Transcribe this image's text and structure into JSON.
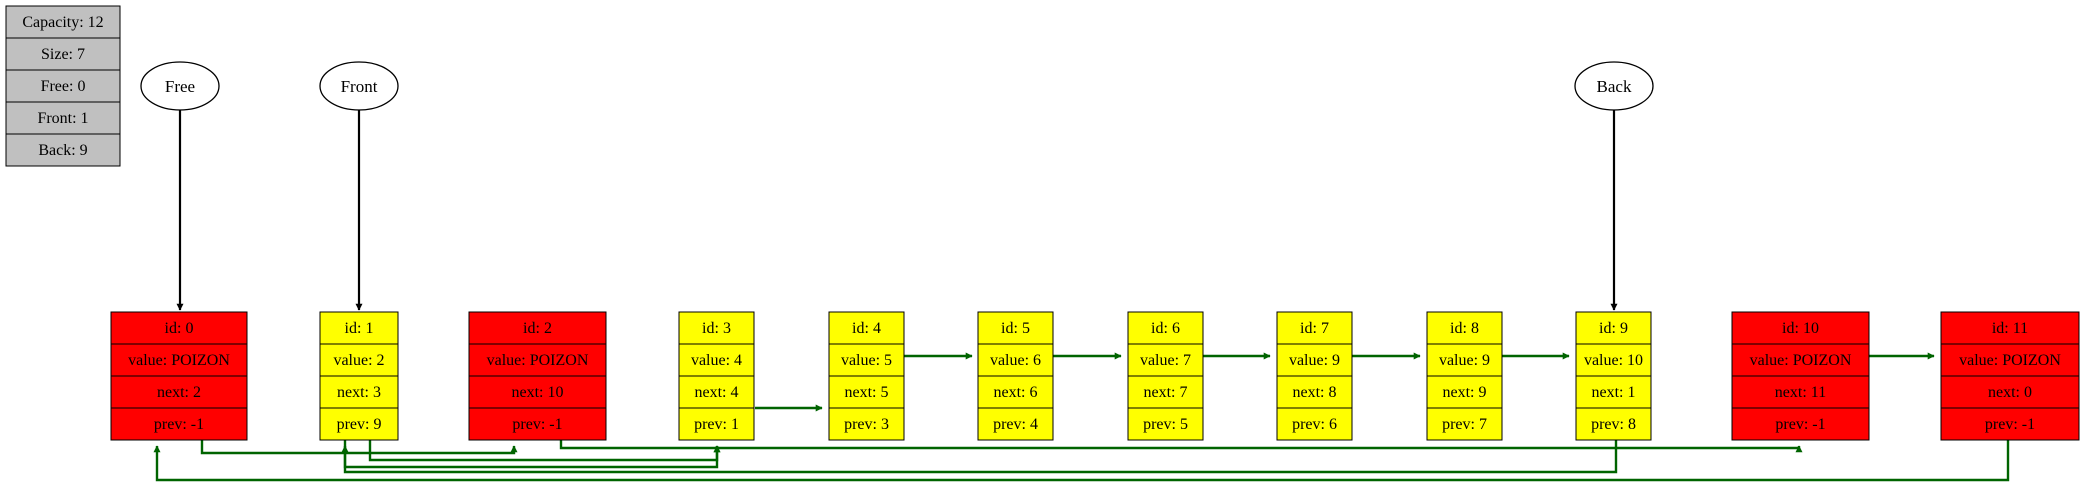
{
  "info": [
    "Capacity: 12",
    "Size: 7",
    "Free: 0",
    "Front: 1",
    "Back: 9"
  ],
  "pointers": [
    {
      "label": "Free",
      "target": 0
    },
    {
      "label": "Front",
      "target": 1
    },
    {
      "label": "Back",
      "target": 9
    }
  ],
  "colors": {
    "free": "#ff0000",
    "used": "#ffff00",
    "info": "#c0c0c0",
    "edge": "#006400",
    "border": "#000000"
  },
  "nodes": [
    {
      "status": "free",
      "fields": [
        "id: 0",
        "value: POIZON",
        "next: 2",
        "prev: -1"
      ]
    },
    {
      "status": "used",
      "fields": [
        "id: 1",
        "value: 2",
        "next: 3",
        "prev: 9"
      ]
    },
    {
      "status": "free",
      "fields": [
        "id: 2",
        "value: POIZON",
        "next: 10",
        "prev: -1"
      ]
    },
    {
      "status": "used",
      "fields": [
        "id: 3",
        "value: 4",
        "next: 4",
        "prev: 1"
      ]
    },
    {
      "status": "used",
      "fields": [
        "id: 4",
        "value: 5",
        "next: 5",
        "prev: 3"
      ]
    },
    {
      "status": "used",
      "fields": [
        "id: 5",
        "value: 6",
        "next: 6",
        "prev: 4"
      ]
    },
    {
      "status": "used",
      "fields": [
        "id: 6",
        "value: 7",
        "next: 7",
        "prev: 5"
      ]
    },
    {
      "status": "used",
      "fields": [
        "id: 7",
        "value: 9",
        "next: 8",
        "prev: 6"
      ]
    },
    {
      "status": "used",
      "fields": [
        "id: 8",
        "value: 9",
        "next: 9",
        "prev: 7"
      ]
    },
    {
      "status": "used",
      "fields": [
        "id: 9",
        "value: 10",
        "next: 1",
        "prev: 8"
      ]
    },
    {
      "status": "free",
      "fields": [
        "id: 10",
        "value: POIZON",
        "next: 11",
        "prev: -1"
      ]
    },
    {
      "status": "free",
      "fields": [
        "id: 11",
        "value: POIZON",
        "next: 0",
        "prev: -1"
      ]
    }
  ]
}
